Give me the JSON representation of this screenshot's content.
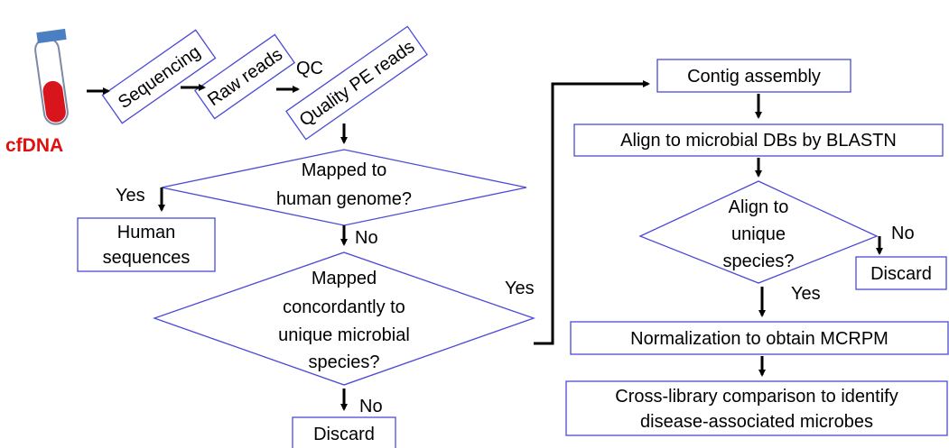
{
  "sample": {
    "label": "cfDNA",
    "color": "#e01010"
  },
  "steps": {
    "sequencing": "Sequencing",
    "raw_reads": "Raw reads",
    "qc": "QC",
    "quality_pe_reads": "Quality PE reads",
    "mapped_human": [
      "Mapped to",
      "human genome?"
    ],
    "human_sequences": [
      "Human",
      "sequences"
    ],
    "mapped_microbial": [
      "Mapped",
      "concordantly to",
      "unique microbial",
      "species?"
    ],
    "discard_left": "Discard",
    "contig_assembly": "Contig assembly",
    "align_blastn": "Align to microbial DBs by BLASTN",
    "align_unique": [
      "Align to",
      "unique",
      "species?"
    ],
    "discard_right": "Discard",
    "normalization": "Normalization to obtain MCRPM",
    "cross_library": [
      "Cross-library comparison to identify",
      "disease-associated microbes"
    ]
  },
  "edge_labels": {
    "yes_human": "Yes",
    "no_human": "No",
    "yes_microbial": "Yes",
    "no_microbial": "No",
    "no_unique": "No",
    "yes_unique": "Yes"
  },
  "colors": {
    "border": "#4a4ad8",
    "arrow": "#000000",
    "tube_cap": "#4a7fc1",
    "tube_liquid": "#d8141c"
  }
}
